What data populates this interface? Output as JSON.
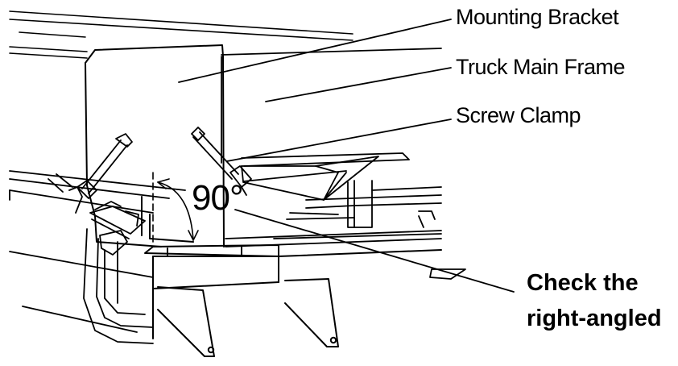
{
  "labels": {
    "mounting_bracket": "Mounting Bracket",
    "truck_main_frame": "Truck Main Frame",
    "screw_clamp": "Screw Clamp",
    "angle": "90°",
    "check_line1": "Check the",
    "check_line2": "right-angled"
  }
}
